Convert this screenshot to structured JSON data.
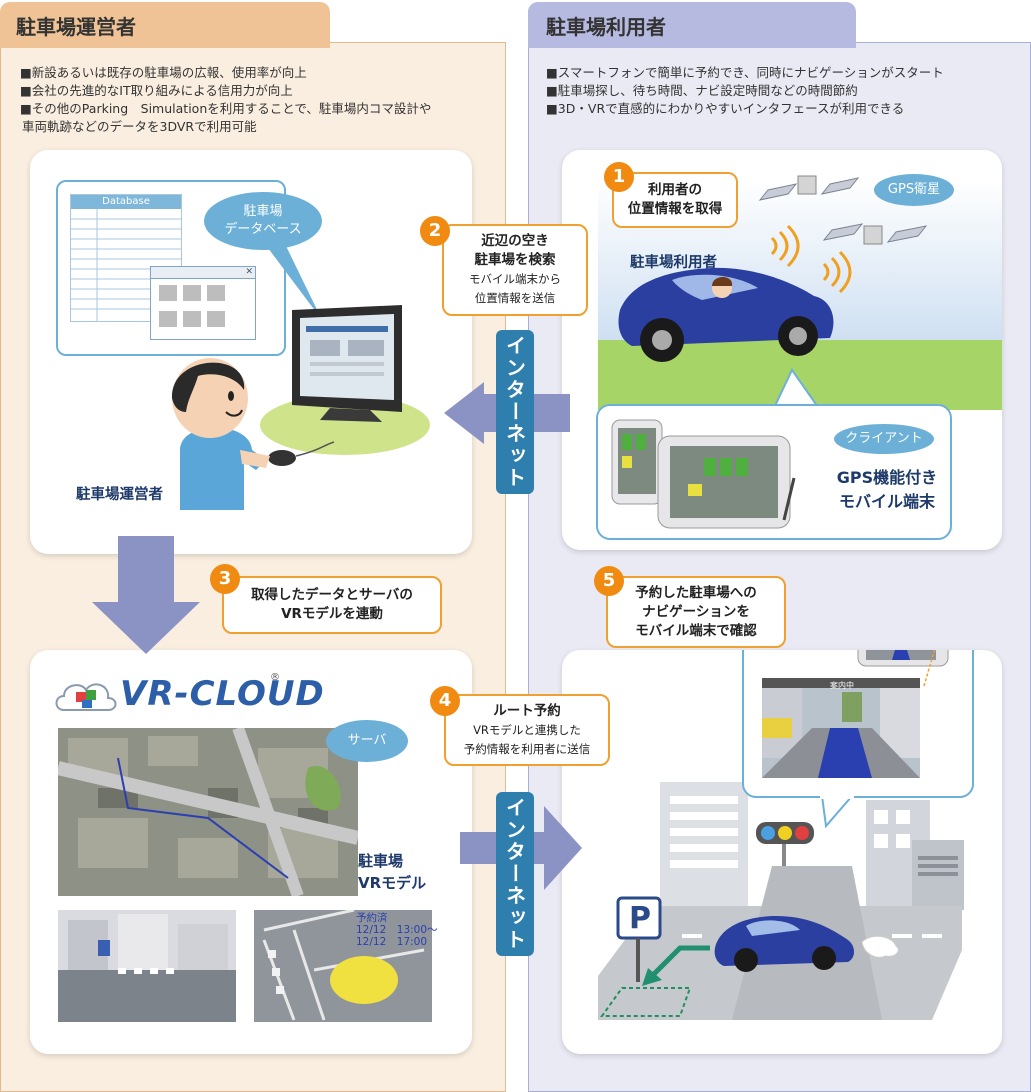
{
  "operator": {
    "tab_title": "駐車場運営者",
    "bullets": [
      "■新設あるいは既存の駐車場の広報、使用率が向上",
      "■会社の先進的なIT取り組みによる信用力が向上",
      "■その他のParking　Simulationを利用することで、駐車場内コマ設計や",
      "車両軌跡などのデータを3DVRで利用可能"
    ],
    "db_bubble": [
      "駐車場",
      "データベース"
    ],
    "database_title": "Database",
    "operator_label": "駐車場運営者",
    "server_bubble": "サーバ",
    "vr_model_label": [
      "駐車場",
      "VRモデル"
    ],
    "logo_text": "VR-CLOUD",
    "logo_mark": "®",
    "reservation_overlay": [
      "予約済",
      "12/12　13:00〜",
      "12/12　17:00"
    ]
  },
  "user": {
    "tab_title": "駐車場利用者",
    "bullets": [
      "■スマートフォンで簡単に予約でき、同時にナビゲーションがスタート",
      "■駐車場探し、待ち時間、ナビ設定時間などの時間節約",
      "■3D・VRで直感的にわかりやすいインタフェースが利用できる"
    ],
    "gps_bubble": "GPS衛星",
    "user_label": "駐車場利用者",
    "client_bubble": "クライアント",
    "mobile_label": [
      "GPS機能付き",
      "モバイル端末"
    ],
    "nav_screen_title": "案内中",
    "parking_sign": "P"
  },
  "steps": [
    {
      "num": "1",
      "lines": [
        "利用者の",
        "位置情報を取得"
      ],
      "sub": []
    },
    {
      "num": "2",
      "lines": [
        "近辺の空き",
        "駐車場を検索"
      ],
      "sub": [
        "モバイル端末から",
        "位置情報を送信"
      ]
    },
    {
      "num": "3",
      "lines": [
        "取得したデータとサーバの",
        "VRモデルを連動"
      ],
      "sub": []
    },
    {
      "num": "4",
      "lines": [
        "ルート予約"
      ],
      "sub": [
        "VRモデルと連携した",
        "予約情報を利用者に送信"
      ]
    },
    {
      "num": "5",
      "lines": [
        "予約した駐車場への",
        "ナビゲーションを",
        "モバイル端末で確認"
      ],
      "sub": []
    }
  ],
  "internet_label": "インターネット",
  "colors": {
    "orange": "#f08a10",
    "blue_bar": "#2f7fae",
    "car": "#2a3fa0",
    "left_panel": "#faeee0",
    "right_panel": "#eaeaf4"
  }
}
